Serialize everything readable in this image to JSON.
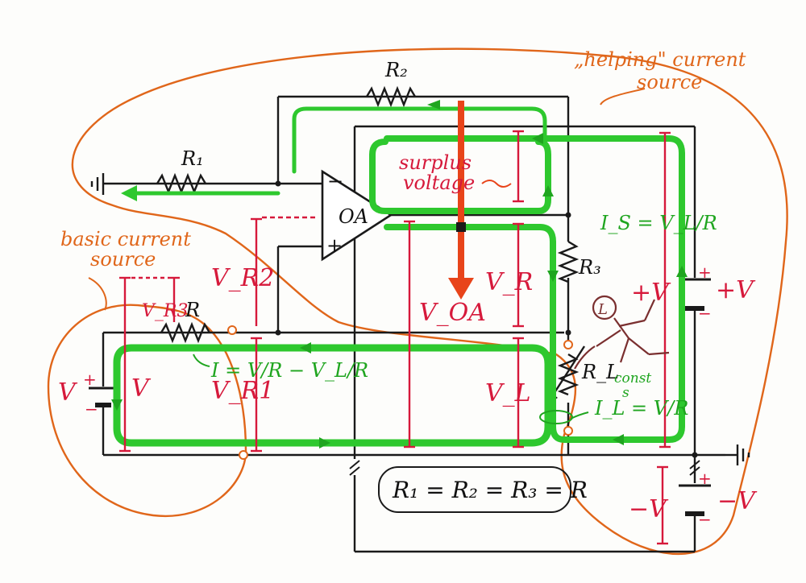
{
  "colors": {
    "wire": "#1a1a1a",
    "current": "#2ec82e",
    "voltage": "#d6193b",
    "boundary": "#e0661a",
    "surplus": "#e8441a"
  },
  "labels": {
    "helping_source_line1": "„helping\" current",
    "helping_source_line2": "source",
    "basic_source_line1": "basic current",
    "basic_source_line2": "source",
    "surplus_line1": "surplus",
    "surplus_line2": "voltage",
    "R1": "R₁",
    "R2": "R₂",
    "R3": "R₃",
    "R": "R",
    "RL": "R_L",
    "opamp": "OA",
    "V": "V",
    "V_inner": "V",
    "VR3": "V_R3",
    "VR2": "V_R2",
    "VR1": "V_R1",
    "VOA": "V_OA",
    "VR": "V_R",
    "VL": "V_L",
    "plusV": "+V",
    "plusV_right": "+V",
    "minusV": "−V",
    "minusV_right": "−V",
    "L": "L",
    "I_eq": "I = V/R − V_L/R",
    "IS_eq": "I_S = V_L/R",
    "IL_eq": "I_L = V/R",
    "const_line1": "const",
    "const_line2": "s",
    "equality": "R₁ = R₂ = R₃ = R",
    "plus": "+",
    "minus": "−"
  }
}
